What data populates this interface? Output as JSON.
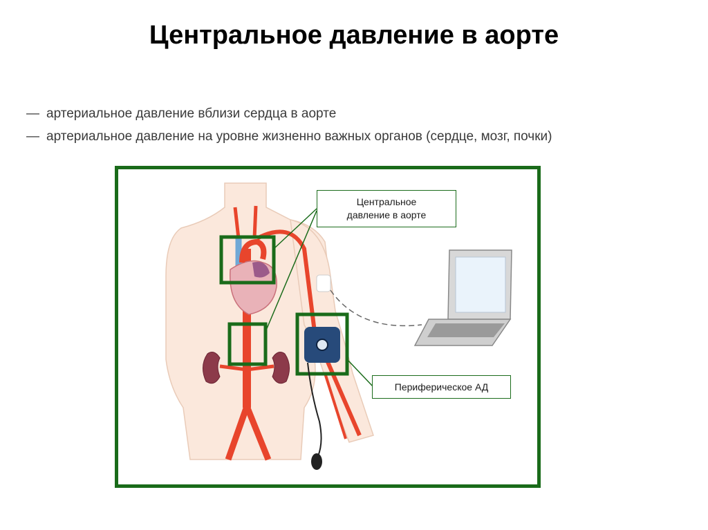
{
  "slide": {
    "title": "Центральное давление в аорте",
    "bullets": [
      "артериальное давление вблизи сердца в аорте",
      "артериальное давление на уровне жизненно важных органов (сердце, мозг, почки)"
    ],
    "bullet_marker": "—"
  },
  "diagram": {
    "labels": {
      "central": [
        "Центральное",
        "давление в аорте"
      ],
      "peripheral": "Периферическое АД"
    },
    "colors": {
      "frame": "#1a6b1a",
      "artery": "#e8452c",
      "skin": "#fbe8dc",
      "vein": "#6fa8d6",
      "cuff": "#274a7a"
    },
    "icons": [
      "heart-icon",
      "kidney-icon",
      "blood-pressure-cuff-icon",
      "laptop-icon"
    ]
  }
}
